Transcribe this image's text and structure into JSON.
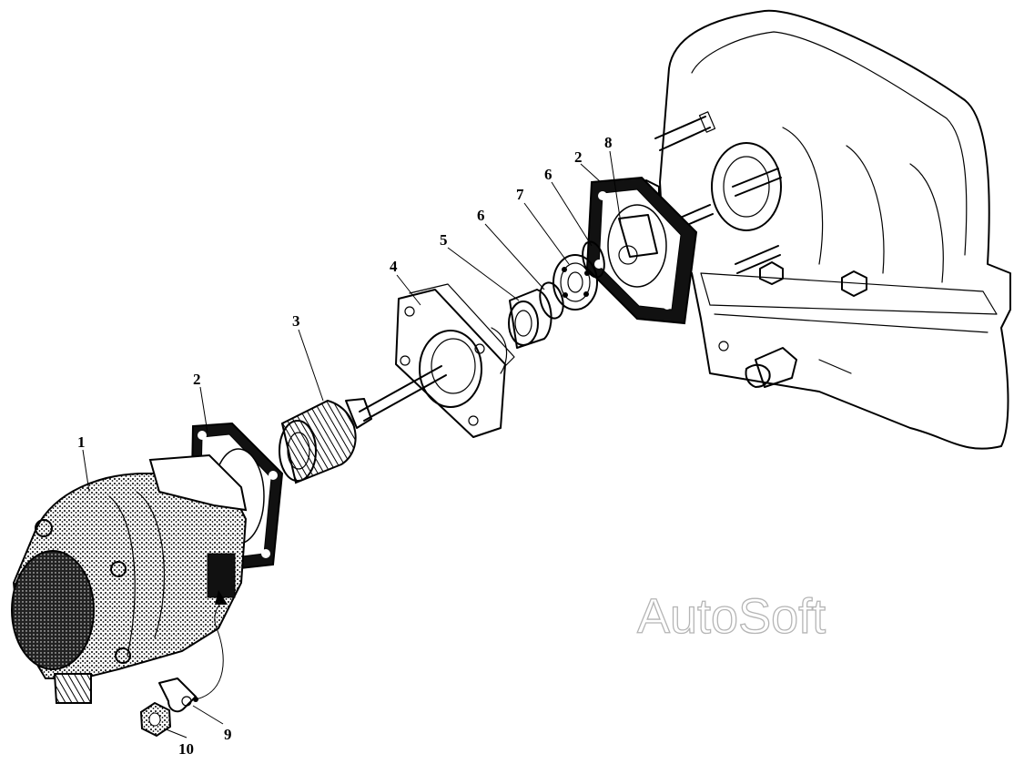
{
  "callouts": {
    "c1": "1",
    "c2a": "2",
    "c2b": "2",
    "c3": "3",
    "c4": "4",
    "c5": "5",
    "c6a": "6",
    "c6b": "6",
    "c7": "7",
    "c8": "8",
    "c9": "9",
    "c10": "10"
  },
  "watermark": "AutoSoft"
}
